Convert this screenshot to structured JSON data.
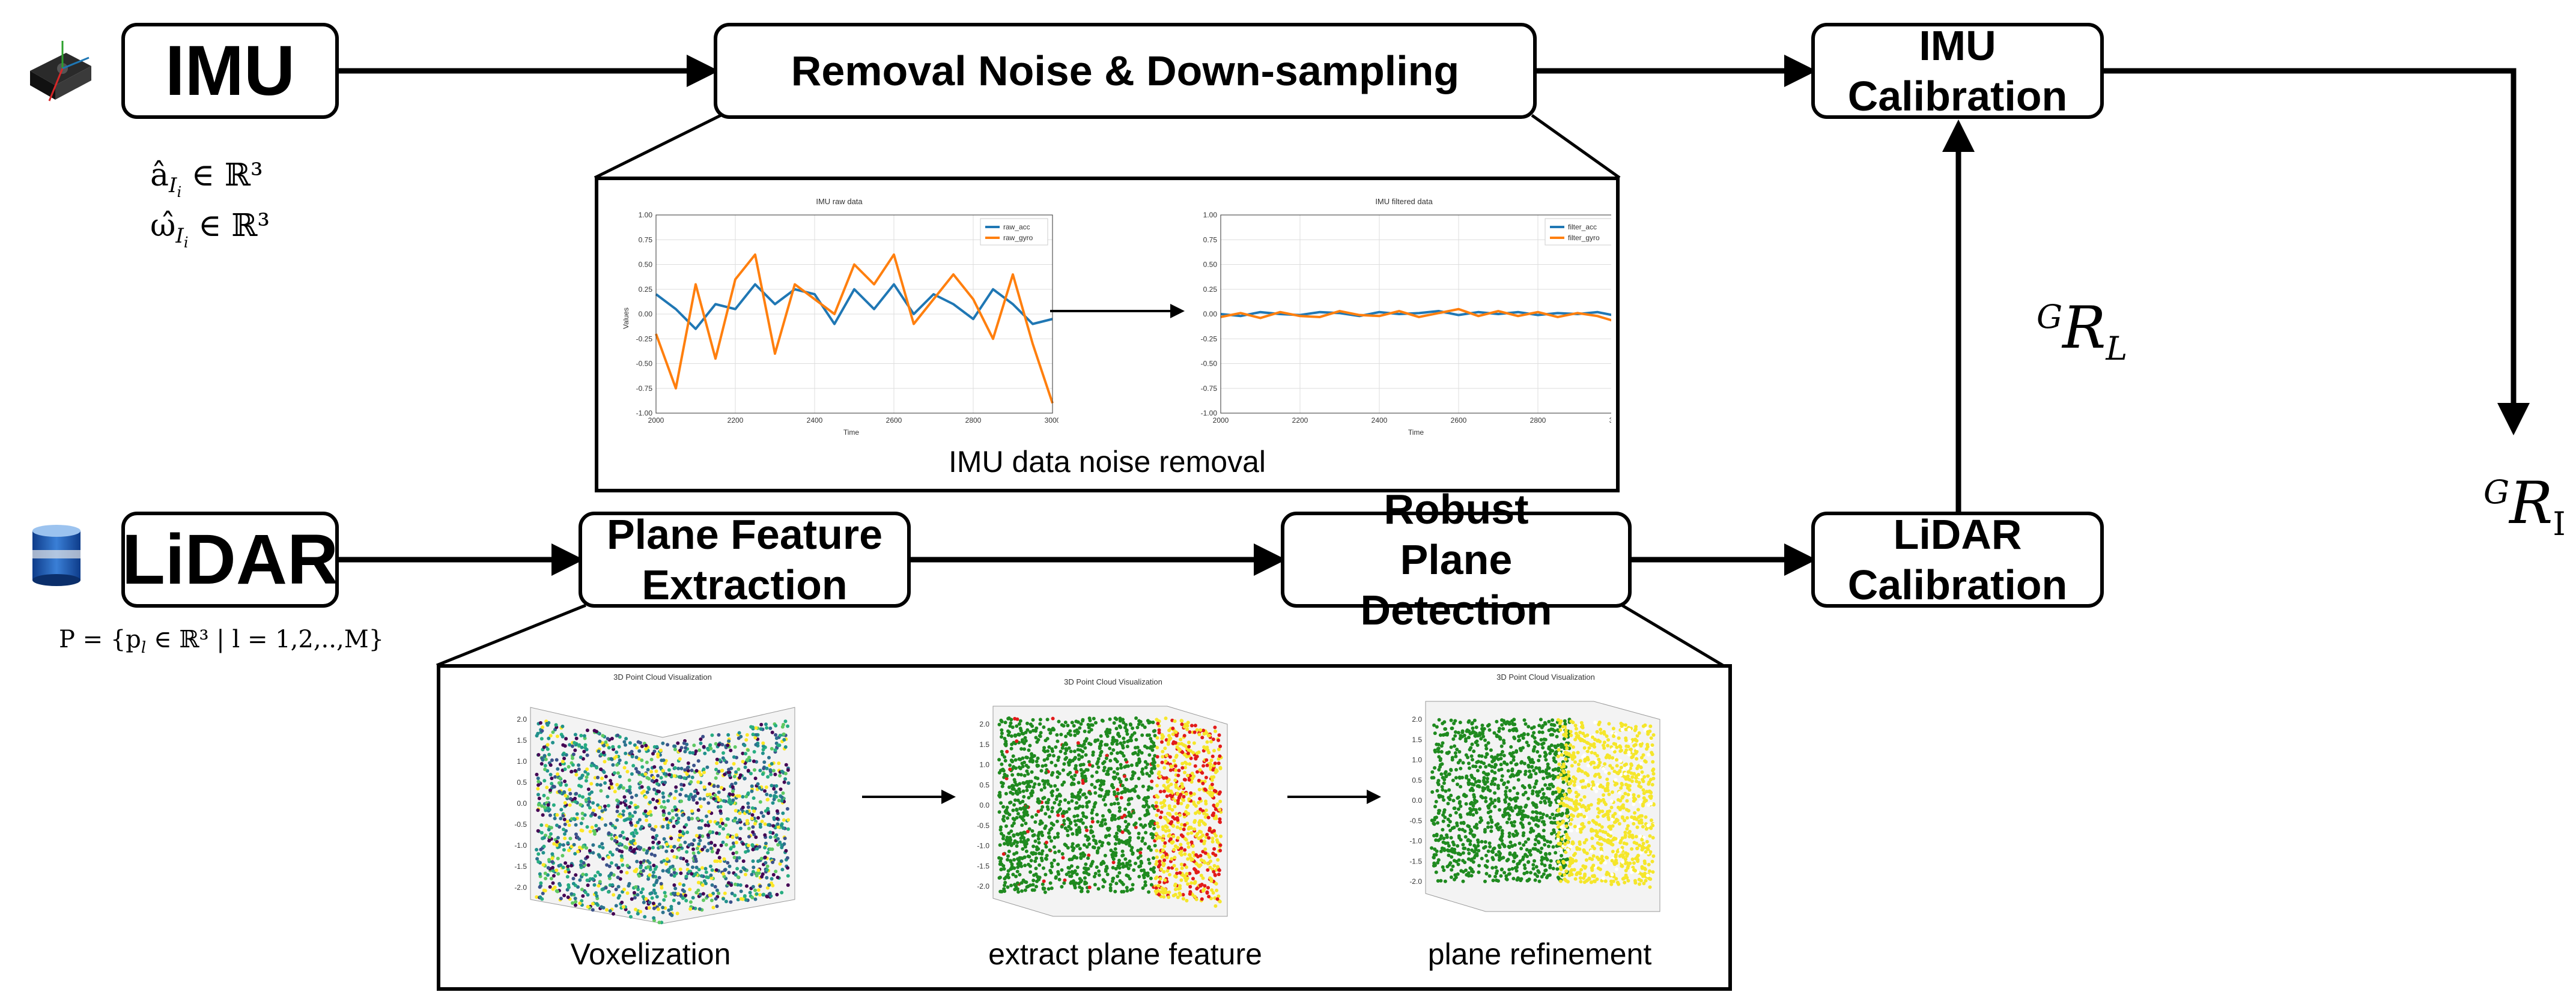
{
  "nodes": {
    "imu": "IMU",
    "lidar": "LiDAR",
    "removal": "Removal Noise & Down-sampling",
    "plane_feature": "Plane Feature Extraction",
    "robust_plane": "Robust Plane Detection",
    "imu_calibration": "IMU Calibration",
    "lidar_calibration": "LiDAR Calibration"
  },
  "math": {
    "imu_acc": "â",
    "imu_gyro": "ω̂",
    "imu_sub": "I",
    "imu_subsub": "i",
    "in_r3": "∈ ℝ³",
    "point_set": "P = {p",
    "point_set_sub": "l",
    "point_set_rest": "∈ ℝ³ | l = 1,2,..,M}",
    "g_r_l_sup": "G",
    "g_r_l": "R",
    "g_r_l_sub": "L",
    "g_r_i_sup": "G",
    "g_r_i": "R",
    "g_r_i_sub": "I"
  },
  "imu_panel": {
    "caption": "IMU data noise removal",
    "raw_title": "IMU raw data",
    "filtered_title": "IMU filtered data",
    "xlabel": "Time",
    "ylabel": "Values",
    "raw_legend": [
      "raw_acc",
      "raw_gyro"
    ],
    "filtered_legend": [
      "filter_acc",
      "filter_gyro"
    ],
    "x_ticks": [
      "2000",
      "2200",
      "2400",
      "2600",
      "2800",
      "3000"
    ],
    "y_ticks": [
      "1.00",
      "0.75",
      "0.50",
      "0.25",
      "0.00",
      "-0.25",
      "-0.50",
      "-0.75",
      "-1.00"
    ],
    "acc_color": "#1f77b4",
    "gyro_color": "#ff7f0e"
  },
  "cloud_panel": {
    "captions": [
      "Voxelization",
      "extract plane feature",
      "plane refinement"
    ],
    "plot_title": "3D Point Cloud Visualization",
    "z_ticks": [
      "2.0",
      "1.5",
      "1.0",
      "0.5",
      "0.0",
      "-0.5",
      "-1.0",
      "-1.5",
      "-2.0"
    ],
    "plane_color": "#1f8a1f",
    "feature_color": "#f5e62a",
    "edge_color": "#e21a1a"
  },
  "chart_data": [
    {
      "type": "line",
      "title": "IMU raw data",
      "xlabel": "Time",
      "ylabel": "Values",
      "xlim": [
        2000,
        3000
      ],
      "ylim": [
        -1.0,
        1.0
      ],
      "grid": true,
      "legend": "top-right",
      "x": [
        2000,
        2050,
        2100,
        2150,
        2200,
        2250,
        2300,
        2350,
        2400,
        2450,
        2500,
        2550,
        2600,
        2650,
        2700,
        2750,
        2800,
        2850,
        2900,
        2950,
        3000
      ],
      "series": [
        {
          "name": "raw_acc",
          "values": [
            0.2,
            0.05,
            -0.15,
            0.1,
            0.05,
            0.3,
            0.1,
            0.25,
            0.2,
            -0.1,
            0.25,
            0.05,
            0.3,
            0.0,
            0.2,
            0.1,
            -0.05,
            0.25,
            0.1,
            -0.1,
            -0.05
          ]
        },
        {
          "name": "raw_gyro",
          "values": [
            -0.2,
            -0.75,
            0.3,
            -0.45,
            0.35,
            0.6,
            -0.4,
            0.3,
            0.15,
            0.0,
            0.5,
            0.3,
            0.6,
            -0.1,
            0.15,
            0.4,
            0.15,
            -0.25,
            0.4,
            -0.3,
            -0.9
          ]
        }
      ]
    },
    {
      "type": "line",
      "title": "IMU filtered data",
      "xlabel": "Time",
      "ylabel": "",
      "xlim": [
        2000,
        3000
      ],
      "ylim": [
        -1.0,
        1.0
      ],
      "grid": true,
      "legend": "top-right",
      "x": [
        2000,
        2050,
        2100,
        2150,
        2200,
        2250,
        2300,
        2350,
        2400,
        2450,
        2500,
        2550,
        2600,
        2650,
        2700,
        2750,
        2800,
        2850,
        2900,
        2950,
        3000
      ],
      "series": [
        {
          "name": "filter_acc",
          "values": [
            0.0,
            -0.02,
            0.02,
            0.0,
            -0.01,
            0.02,
            0.01,
            -0.02,
            0.02,
            0.0,
            0.01,
            0.03,
            -0.01,
            0.02,
            0.0,
            0.02,
            -0.01,
            0.01,
            0.0,
            0.02,
            -0.02
          ]
        },
        {
          "name": "filter_gyro",
          "values": [
            -0.03,
            0.01,
            -0.04,
            0.02,
            -0.02,
            -0.03,
            0.03,
            -0.01,
            -0.02,
            0.03,
            -0.03,
            0.01,
            0.05,
            -0.02,
            0.03,
            -0.02,
            0.02,
            -0.03,
            0.01,
            -0.02,
            -0.08
          ]
        }
      ]
    }
  ]
}
